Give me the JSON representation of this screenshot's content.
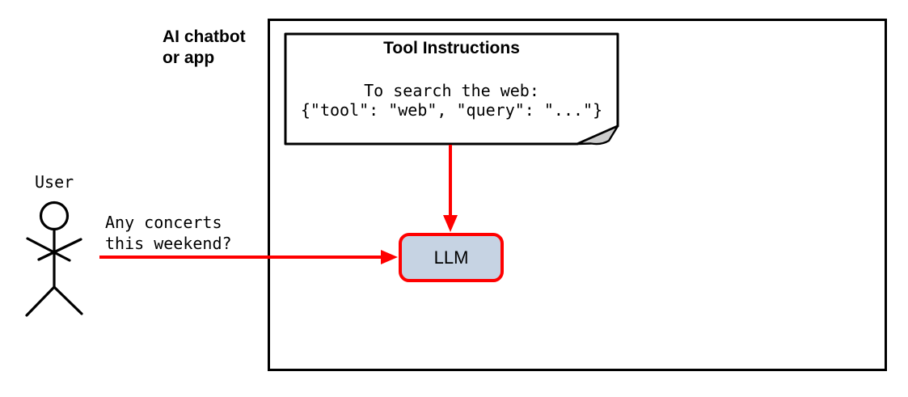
{
  "diagram": {
    "app_container": {
      "label_line1": "AI chatbot",
      "label_line2": "or app"
    },
    "user": {
      "label": "User",
      "query_line1": "Any concerts",
      "query_line2": "this weekend?"
    },
    "note": {
      "title": "Tool Instructions",
      "body_line1": "To search the web:",
      "body_line2": "{\"tool\": \"web\", \"query\": \"...\"}"
    },
    "llm": {
      "label": "LLM"
    },
    "colors": {
      "arrow_red": "#ff0000",
      "llm_fill": "#c6d3e3",
      "llm_border_red": "#ff0000",
      "note_fold_gray": "#cccccc",
      "outline_black": "#000000"
    }
  }
}
